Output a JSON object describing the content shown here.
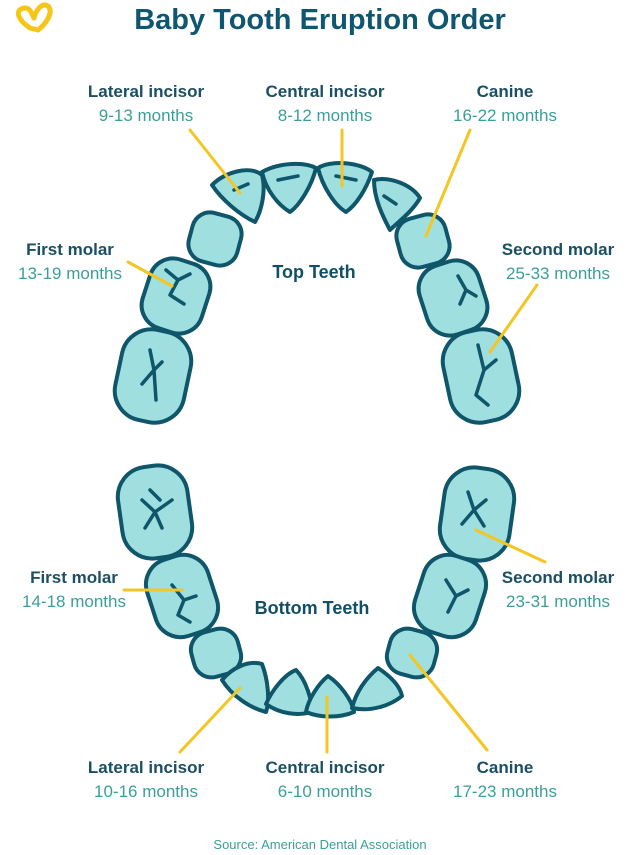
{
  "title": "Baby Tooth Eruption Order",
  "colors": {
    "tooth_fill": "#9fdfe0",
    "tooth_outline": "#0f566b",
    "pointer": "#f3c623",
    "title": "#0f5670",
    "months": "#3a9f99",
    "logo": "#f5c518"
  },
  "top": {
    "label": "Top Teeth",
    "teeth": [
      {
        "name": "Lateral incisor",
        "months": "9-13 months"
      },
      {
        "name": "Central incisor",
        "months": "8-12 months"
      },
      {
        "name": "Canine",
        "months": "16-22 months"
      },
      {
        "name": "First molar",
        "months": "13-19 months"
      },
      {
        "name": "Second molar",
        "months": "25-33 months"
      }
    ]
  },
  "bottom": {
    "label": "Bottom Teeth",
    "teeth": [
      {
        "name": "First molar",
        "months": "14-18 months"
      },
      {
        "name": "Second molar",
        "months": "23-31 months"
      },
      {
        "name": "Lateral incisor",
        "months": "10-16 months"
      },
      {
        "name": "Central incisor",
        "months": "6-10 months"
      },
      {
        "name": "Canine",
        "months": "17-23 months"
      }
    ]
  },
  "source": "Source: American Dental Association"
}
